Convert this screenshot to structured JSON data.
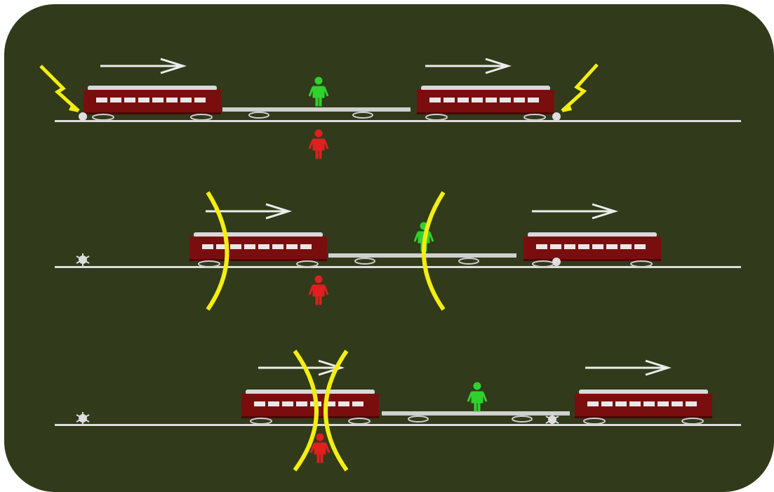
{
  "diagram": {
    "scenes": [
      {
        "id": "flash-emitted"
      },
      {
        "id": "light-fronts-travel"
      },
      {
        "id": "fronts-meet-ground-observer"
      }
    ],
    "colors": {
      "board": "#313a1a",
      "track": "#dcdcdc",
      "car_body": "#7a0e0e",
      "car_roof": "#d9d9d9",
      "light": "#f2ee12",
      "observer_on_train": "#2fd12f",
      "observer_on_ground": "#e01f1f",
      "arrow": "#ececec"
    },
    "icons": [
      "lightning-bolt-icon",
      "light-front-arc",
      "motion-arrow-icon",
      "person-icon"
    ]
  }
}
